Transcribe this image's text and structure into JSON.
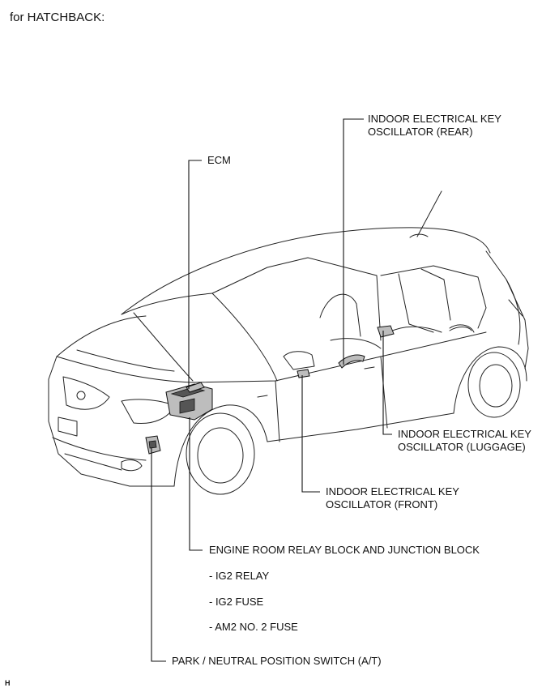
{
  "heading": "for HATCHBACK:",
  "figure_code": "H",
  "labels": {
    "ecm": "ECM",
    "osc_rear_1": "INDOOR ELECTRICAL KEY",
    "osc_rear_2": "OSCILLATOR (REAR)",
    "osc_luggage_1": "INDOOR ELECTRICAL KEY",
    "osc_luggage_2": "OSCILLATOR (LUGGAGE)",
    "osc_front_1": "INDOOR ELECTRICAL KEY",
    "osc_front_2": "OSCILLATOR (FRONT)",
    "relay_block": "ENGINE ROOM RELAY BLOCK AND JUNCTION BLOCK",
    "ig2_relay": "- IG2 RELAY",
    "ig2_fuse": "- IG2 FUSE",
    "am2_fuse": "- AM2 NO. 2 FUSE",
    "park_switch": "PARK / NEUTRAL POSITION SWITCH  (A/T)"
  }
}
